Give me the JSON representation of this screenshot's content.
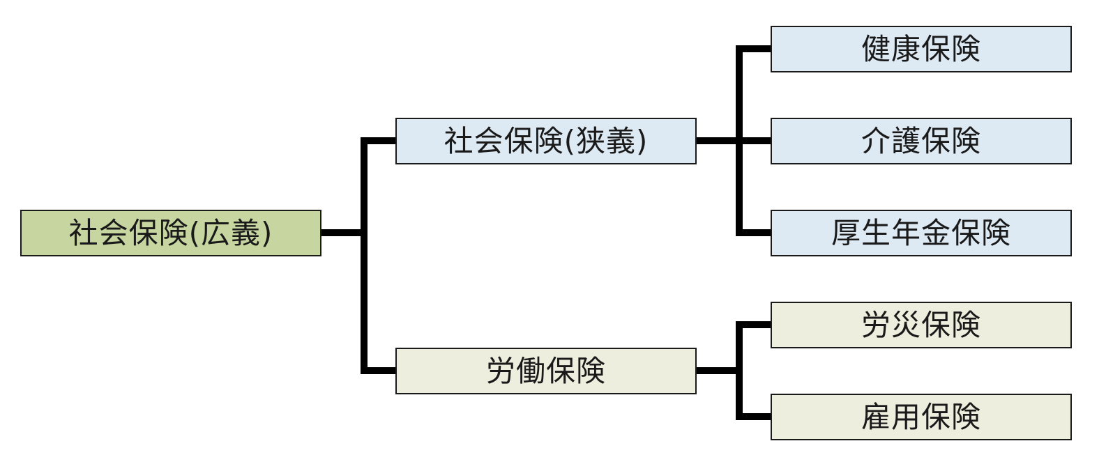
{
  "colors": {
    "root_fill": "#c7d6a0",
    "social_fill": "#dde9f3",
    "labor_fill": "#edeedd",
    "border": "#1a1a1a",
    "connector": "#000000"
  },
  "diagram": {
    "root": {
      "label": "社会保険(広義)"
    },
    "branches": [
      {
        "label": "社会保険(狭義)",
        "children": [
          {
            "label": "健康保険"
          },
          {
            "label": "介護保険"
          },
          {
            "label": "厚生年金保険"
          }
        ]
      },
      {
        "label": "労働保険",
        "children": [
          {
            "label": "労災保険"
          },
          {
            "label": "雇用保険"
          }
        ]
      }
    ]
  }
}
